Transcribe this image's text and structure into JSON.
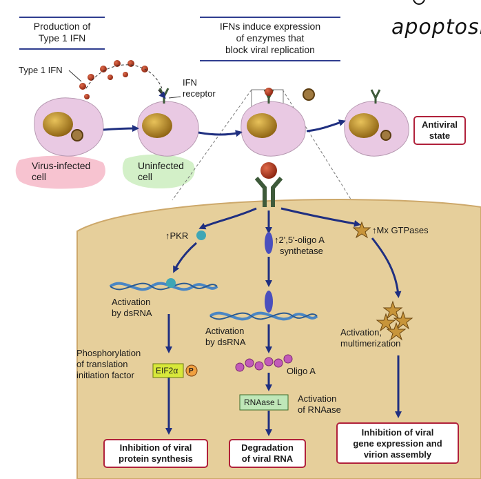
{
  "top": {
    "header_left": [
      "Production of",
      "Type 1 IFN"
    ],
    "header_right": [
      "IFNs induce expression",
      "of enzymes that",
      "block viral replication"
    ],
    "type1_ifn": "Type 1 IFN",
    "ifn_receptor": [
      "IFN",
      "receptor"
    ],
    "virus_infected_cell": [
      "Virus-infected",
      "cell"
    ],
    "uninfected_cell": [
      "Uninfected",
      "cell"
    ],
    "antiviral_state": [
      "Antiviral",
      "state"
    ],
    "handwritten_note": "apoptosi"
  },
  "pathways": {
    "pkr": {
      "label": "PKR",
      "activation": [
        "Activation",
        "by dsRNA"
      ],
      "phosphorylation": [
        "Phosphorylation",
        "of translation",
        "initiation factor"
      ],
      "factor": "EIF2α",
      "phospho_mark": "P",
      "result": [
        "Inhibition of viral",
        "protein synthesis"
      ]
    },
    "oligo": {
      "label": [
        "2',5'-oligo A",
        "synthetase"
      ],
      "activation": [
        "Activation",
        "by dsRNA"
      ],
      "oligo_a": "Oligo A",
      "rnaase": "RNAase L",
      "activation_rnaase": [
        "Activation",
        "of RNAase"
      ],
      "result": [
        "Degradation",
        "of viral RNA"
      ]
    },
    "mx": {
      "label": "Mx GTPases",
      "activation": [
        "Activation,",
        "multimerization"
      ],
      "result": [
        "Inhibition of viral",
        "gene expression and",
        "virion assembly"
      ]
    }
  },
  "colors": {
    "arrow": "#1f2f80",
    "result_border": "#b0203a",
    "cell_fill": "#e9c9e3",
    "nucleus": "#b88a1e",
    "panel": "#e6cf9b",
    "highlight_pink": "#f7c3d0",
    "highlight_green": "#d3f0c8",
    "pkr_ball": "#3fa6b5",
    "oligo_ellipse": "#4a4fbd",
    "eif_fill": "#d8e83a",
    "rnaase_fill": "#bfe7b8",
    "oligo_bead": "#c25ab8"
  }
}
